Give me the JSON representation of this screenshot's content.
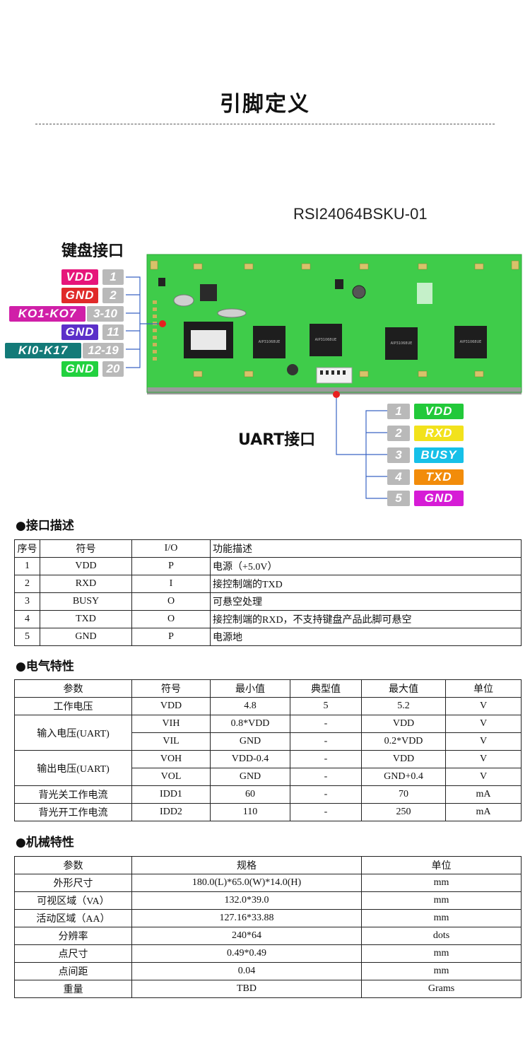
{
  "page_title": "引脚定义",
  "model": "RSI24064BSKU-01",
  "keyboard_interface": {
    "title": "键盘接口",
    "pins": [
      {
        "label": "VDD",
        "num": "1",
        "color": "#e6157a"
      },
      {
        "label": "GND",
        "num": "2",
        "color": "#e02a2a"
      },
      {
        "label": "KO1-KO7",
        "num": "3-10",
        "color": "#d01fa8"
      },
      {
        "label": "GND",
        "num": "11",
        "color": "#5b2fc9"
      },
      {
        "label": "KI0-K17",
        "num": "12-19",
        "color": "#137a78"
      },
      {
        "label": "GND",
        "num": "20",
        "color": "#22d13f"
      }
    ]
  },
  "uart_interface": {
    "title": "UART接口",
    "pins": [
      {
        "num": "1",
        "label": "VDD",
        "color": "#22c93a"
      },
      {
        "num": "2",
        "label": "RXD",
        "color": "#f2e21c"
      },
      {
        "num": "3",
        "label": "BUSY",
        "color": "#16c0e8"
      },
      {
        "num": "4",
        "label": "TXD",
        "color": "#f28c0a"
      },
      {
        "num": "5",
        "label": "GND",
        "color": "#d61cd6"
      }
    ]
  },
  "interface_desc": {
    "heading": "●接口描述",
    "headers": [
      "序号",
      "符号",
      "I/O",
      "功能描述"
    ],
    "rows": [
      [
        "1",
        "VDD",
        "P",
        "电源（+5.0V）"
      ],
      [
        "2",
        "RXD",
        "I",
        "接控制端的TXD"
      ],
      [
        "3",
        "BUSY",
        "O",
        "可悬空处理"
      ],
      [
        "4",
        "TXD",
        "O",
        "接控制端的RXD，不支持键盘产品此脚可悬空"
      ],
      [
        "5",
        "GND",
        "P",
        "电源地"
      ]
    ]
  },
  "electrical": {
    "heading": "●电气特性",
    "headers": [
      "参数",
      "符号",
      "最小值",
      "典型值",
      "最大值",
      "单位"
    ],
    "rows": [
      {
        "param": "工作电压",
        "symbol": "VDD",
        "min": "4.8",
        "typ": "5",
        "max": "5.2",
        "unit": "V"
      },
      {
        "param": "输入电压(UART)",
        "symbol": "VIH",
        "min": "0.8*VDD",
        "typ": "-",
        "max": "VDD",
        "unit": "V"
      },
      {
        "param": "",
        "symbol": "VIL",
        "min": "GND",
        "typ": "-",
        "max": "0.2*VDD",
        "unit": "V"
      },
      {
        "param": "输出电压(UART)",
        "symbol": "VOH",
        "min": "VDD-0.4",
        "typ": "-",
        "max": "VDD",
        "unit": "V"
      },
      {
        "param": "",
        "symbol": "VOL",
        "min": "GND",
        "typ": "-",
        "max": "GND+0.4",
        "unit": "V"
      },
      {
        "param": "背光关工作电流",
        "symbol": "IDD1",
        "min": "60",
        "typ": "-",
        "max": "70",
        "unit": "mA"
      },
      {
        "param": "背光开工作电流",
        "symbol": "IDD2",
        "min": "110",
        "typ": "-",
        "max": "250",
        "unit": "mA"
      }
    ]
  },
  "mechanical": {
    "heading": "●机械特性",
    "headers": [
      "参数",
      "规格",
      "单位"
    ],
    "rows": [
      [
        "外形尺寸",
        "180.0(L)*65.0(W)*14.0(H)",
        "mm"
      ],
      [
        "可视区域（VA）",
        "132.0*39.0",
        "mm"
      ],
      [
        "活动区域（AA）",
        "127.16*33.88",
        "mm"
      ],
      [
        "分辨率",
        "240*64",
        "dots"
      ],
      [
        "点尺寸",
        "0.49*0.49",
        "mm"
      ],
      [
        "点间距",
        "0.04",
        "mm"
      ],
      [
        "重量",
        "TBD",
        "Grams"
      ]
    ]
  },
  "pcb_chip_text": [
    "AIP31068UE",
    "AIP31068UE",
    "AIP31068UE",
    "AIP31068UE"
  ]
}
